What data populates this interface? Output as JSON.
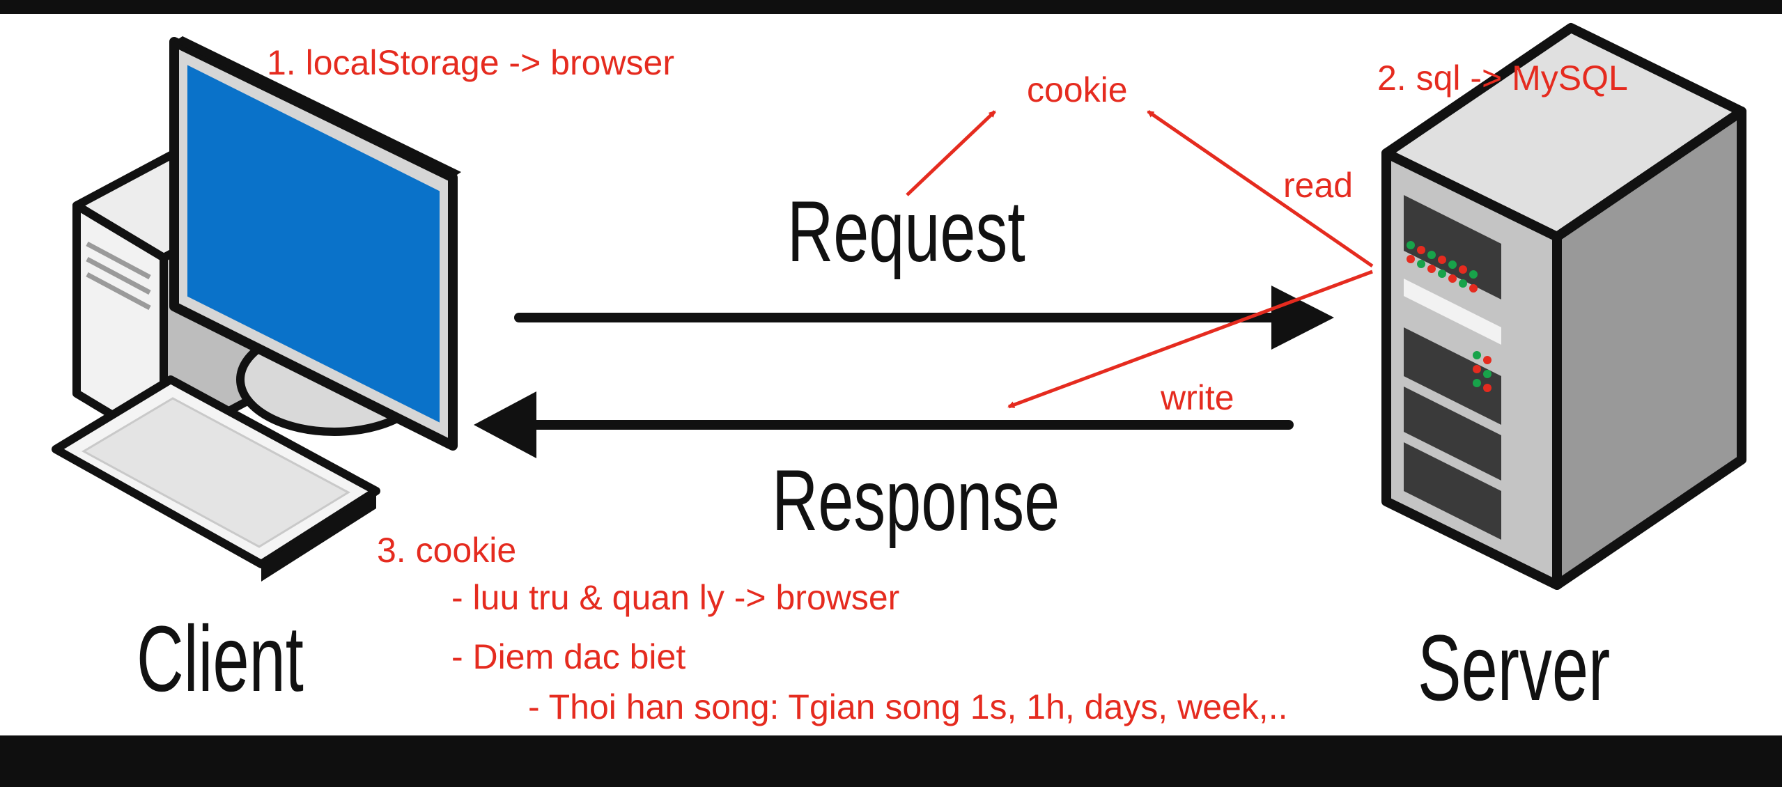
{
  "diagram": {
    "labels": {
      "request": "Request",
      "response": "Response",
      "client": "Client",
      "server": "Server"
    },
    "annotations": {
      "local_storage": "1. localStorage -> browser",
      "sql": "2. sql -> MySQL",
      "cookie_top": "cookie",
      "read": "read",
      "write": "write",
      "cookie_section": "3. cookie",
      "bullet_1": "- luu tru & quan ly -> browser",
      "bullet_2": "- Diem dac biet",
      "bullet_3": "- Thoi han song: Tgian song 1s, 1h, days, week,.."
    },
    "colors": {
      "annotation": "#e52b1f",
      "monitor_screen": "#0a72c9",
      "label": "#111111"
    }
  }
}
